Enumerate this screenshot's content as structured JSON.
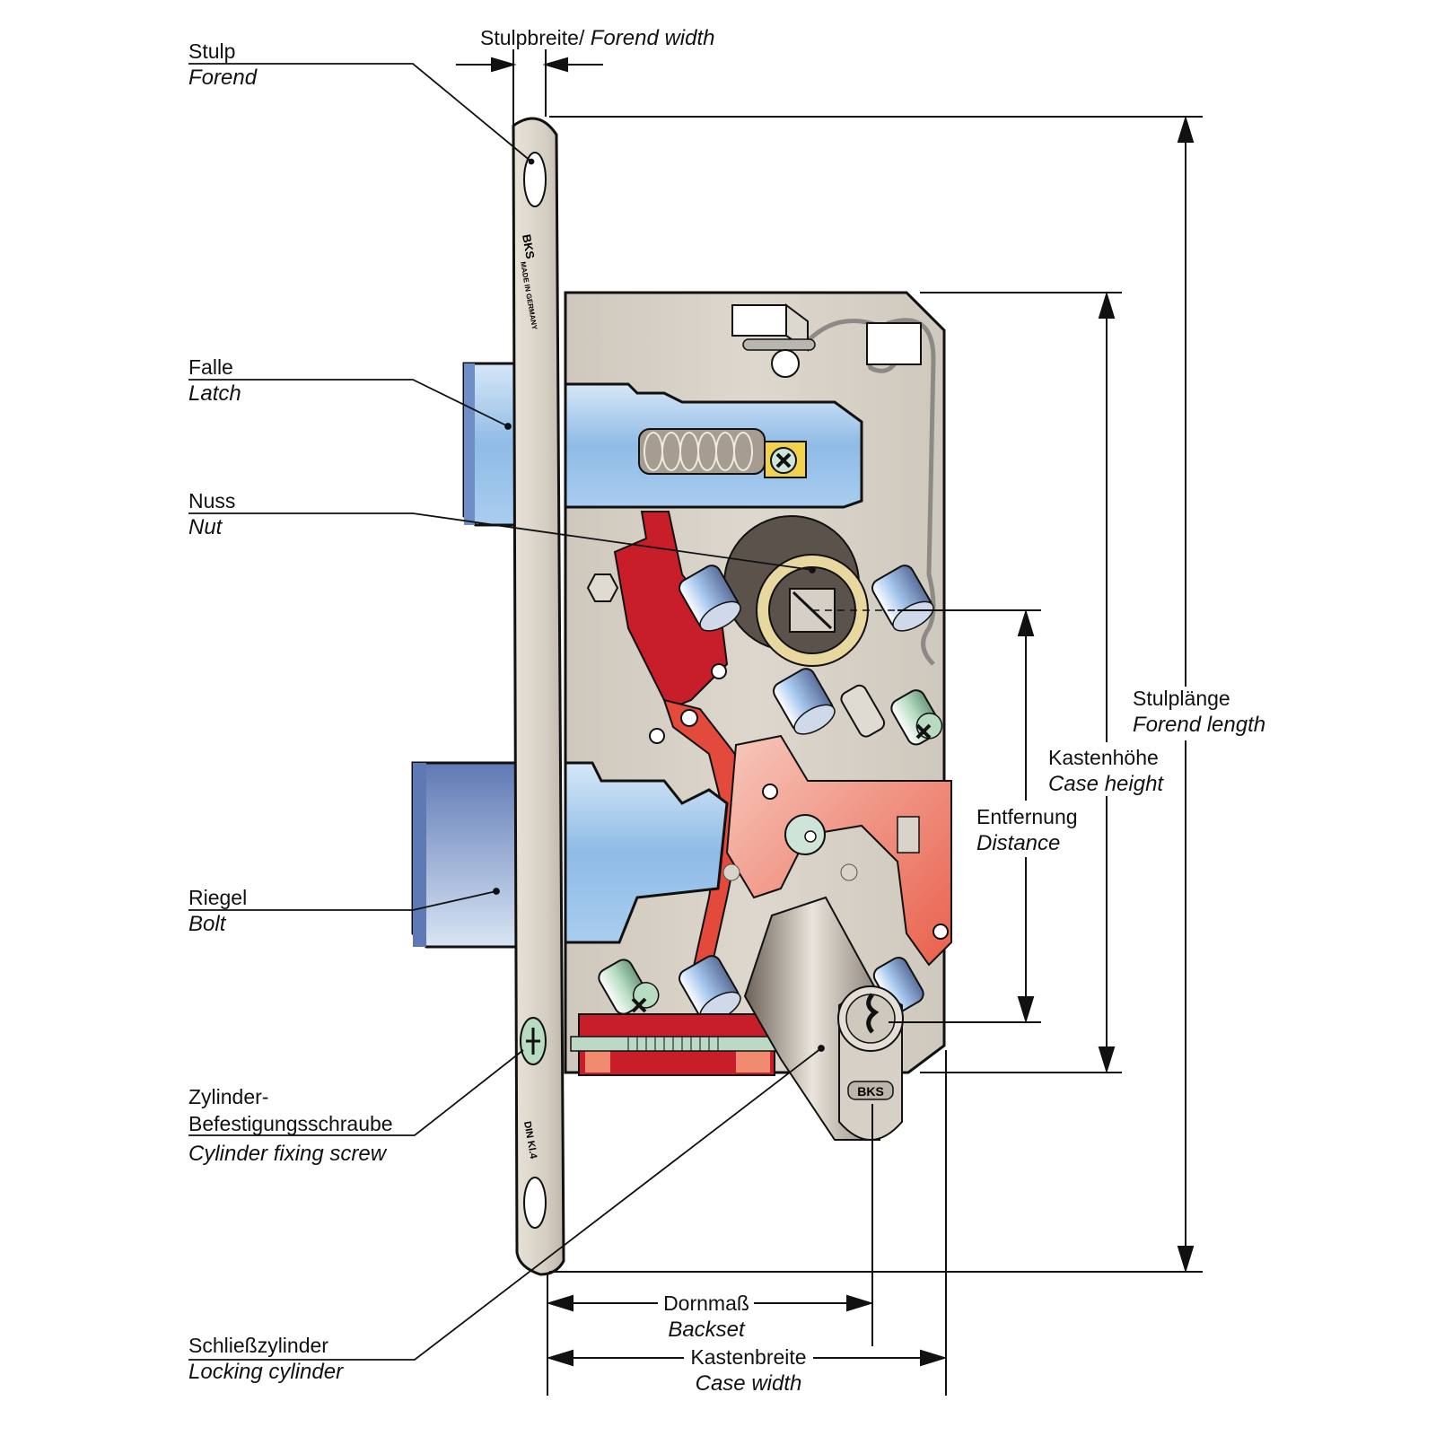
{
  "title": "BKS mortise lock anatomy",
  "colors": {
    "case": "#d9d3c9",
    "latch_blue": "#8fbbe6",
    "bolt_blue": "#6f8ec7",
    "lever_red": "#c81e2a",
    "lever_salmon": "#ef8a78",
    "brass": "#e9d7a0",
    "screw_yellow": "#f2d24c",
    "line": "#111111"
  },
  "callouts": [
    {
      "id": "forend",
      "de": "Stulp",
      "en": "Forend"
    },
    {
      "id": "latch",
      "de": "Falle",
      "en": "Latch"
    },
    {
      "id": "nut",
      "de": "Nuss",
      "en": "Nut"
    },
    {
      "id": "bolt",
      "de": "Riegel",
      "en": "Bolt"
    },
    {
      "id": "fixing_screw",
      "de_line1": "Zylinder-",
      "de_line2": "Befestigungsschraube",
      "en": "Cylinder fixing screw"
    },
    {
      "id": "cylinder",
      "de": "Schließzylinder",
      "en": "Locking cylinder"
    }
  ],
  "dimensions": {
    "forend_width": {
      "de": "Stulpbreite",
      "sep": "/ ",
      "en": "Forend width"
    },
    "forend_length": {
      "de": "Stulplänge",
      "en": "Forend length"
    },
    "case_height": {
      "de": "Kastenhöhe",
      "en": "Case height"
    },
    "distance": {
      "de": "Entfernung",
      "en": "Distance"
    },
    "backset": {
      "de": "Dornmaß",
      "en": "Backset"
    },
    "case_width": {
      "de": "Kastenbreite",
      "en": "Case width"
    }
  },
  "markings": {
    "forend_logo": "BKS",
    "forend_text": "MADE IN GERMANY",
    "forend_cert": "DIN Kl.4",
    "cylinder_logo": "BKS"
  }
}
